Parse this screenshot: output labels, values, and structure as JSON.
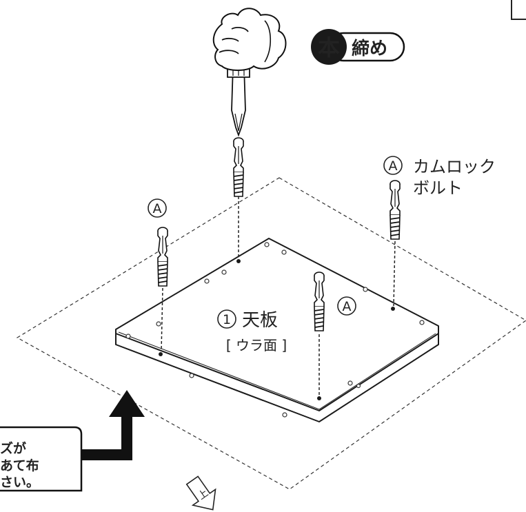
{
  "badge": {
    "kanji": "本",
    "text": "締め"
  },
  "bolt_label": {
    "marker": "A",
    "line1": "カムロック",
    "line2": "ボルト"
  },
  "bolt_markers": [
    "A",
    "A"
  ],
  "board": {
    "number": "1",
    "name": "天板",
    "side": "[ ウラ面 ]"
  },
  "note": {
    "lines": [
      "ズが",
      "あて布",
      "さい。"
    ]
  },
  "floor_icon": {
    "glyph": "上"
  },
  "colors": {
    "ink": "#1a1a1a",
    "badge_fill": "#1a1a1a",
    "badge_text": "#ffffff",
    "line": "#333333"
  }
}
